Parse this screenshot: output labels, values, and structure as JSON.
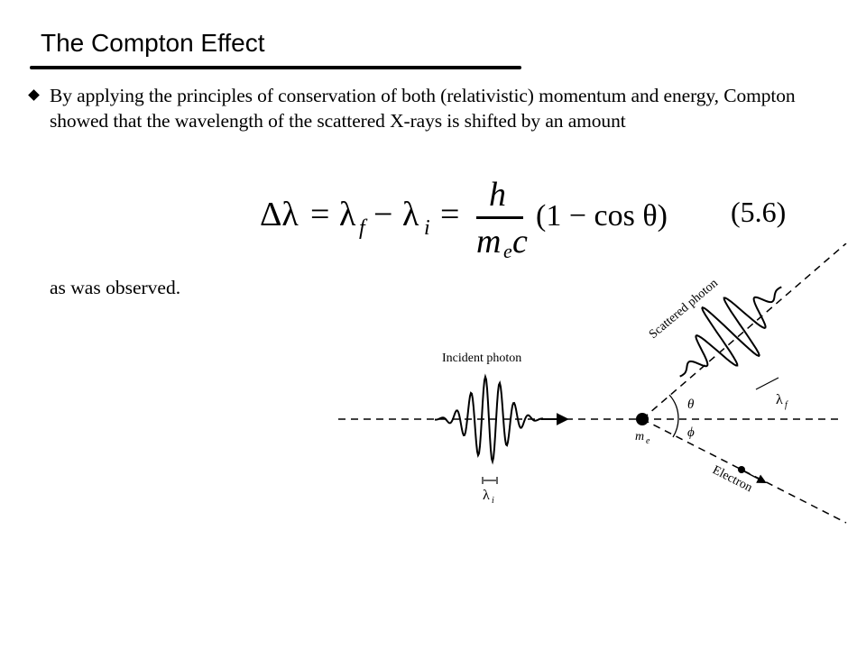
{
  "slide": {
    "title": "The Compton Effect",
    "paragraph": "By applying the principles of conservation of both (relativistic) momentum and energy, Compton showed that the wavelength of the scattered X-rays is shifted by an amount",
    "closing": "as was observed."
  },
  "equation": {
    "lhs": "Δλ",
    "eq": "=",
    "lambda": "λ",
    "sub_f": "f",
    "minus": "−",
    "sub_i": "i",
    "numerator": "h",
    "denominator_m": "m",
    "denominator_e": "e",
    "denominator_c": "c",
    "factor": "(1 − cos θ)",
    "number": "(5.6)"
  },
  "diagram": {
    "incident_label": "Incident photon",
    "scattered_label": "Scattered photon",
    "electron_label": "Electron",
    "theta": "θ",
    "phi": "ϕ",
    "me_m": "m",
    "me_sub": "e",
    "lambda_i": "λ",
    "lambda_i_sub": "i",
    "lambda_f": "λ",
    "lambda_f_sub": "f"
  }
}
